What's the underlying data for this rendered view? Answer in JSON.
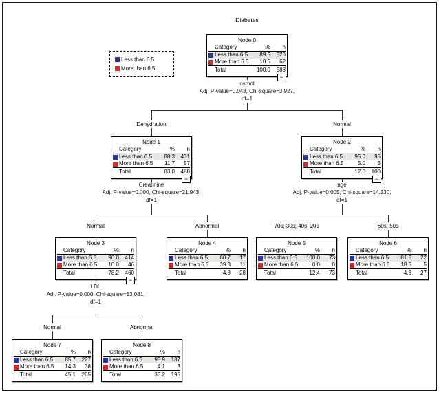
{
  "title": "Diabetes",
  "categories": [
    "Less than 6.5",
    "More than 6.5"
  ],
  "colors": {
    "less": "#2e3591",
    "more": "#cf2d2d"
  },
  "table": {
    "category": "Category",
    "pct": "%",
    "n": "n",
    "total": "Total"
  },
  "collapse_label": "−",
  "legend": {
    "items": [
      "Less than 6.5",
      "More than 6.5"
    ]
  },
  "splits": [
    {
      "variable": "osmol",
      "stats": "Adj. P-value=0.048, Chi-square=3.927,",
      "df": "df=1"
    },
    {
      "variable": "Creatinine",
      "stats": "Adj. P-value=0.000, Chi-square=21.943,",
      "df": "df=1"
    },
    {
      "variable": "age",
      "stats": "Adj. P-value=0.005, Chi-square=14.230,",
      "df": "df=1"
    },
    {
      "variable": "LDL",
      "stats": "Adj. P-value=0.000, Chi-square=13.081,",
      "df": "df=1"
    }
  ],
  "branches": [
    "Dehydration",
    "Normal",
    "Normal",
    "Abnormal",
    "70s; 30s; 40s; 20s",
    "60s; 50s",
    "Normal",
    "Abnormal"
  ],
  "nodes": [
    {
      "title": "Node 0",
      "less_pct": "89.5",
      "less_n": "526",
      "more_pct": "10.5",
      "more_n": "62",
      "total_pct": "100.0",
      "total_n": "588"
    },
    {
      "title": "Node 1",
      "less_pct": "88.3",
      "less_n": "431",
      "more_pct": "11.7",
      "more_n": "57",
      "total_pct": "83.0",
      "total_n": "488"
    },
    {
      "title": "Node 2",
      "less_pct": "95.0",
      "less_n": "95",
      "more_pct": "5.0",
      "more_n": "5",
      "total_pct": "17.0",
      "total_n": "100"
    },
    {
      "title": "Node 3",
      "less_pct": "90.0",
      "less_n": "414",
      "more_pct": "10.0",
      "more_n": "46",
      "total_pct": "78.2",
      "total_n": "460"
    },
    {
      "title": "Node 4",
      "less_pct": "60.7",
      "less_n": "17",
      "more_pct": "39.3",
      "more_n": "11",
      "total_pct": "4.8",
      "total_n": "28"
    },
    {
      "title": "Node 5",
      "less_pct": "100.0",
      "less_n": "73",
      "more_pct": "0.0",
      "more_n": "0",
      "total_pct": "12.4",
      "total_n": "73"
    },
    {
      "title": "Node 6",
      "less_pct": "81.5",
      "less_n": "22",
      "more_pct": "18.5",
      "more_n": "5",
      "total_pct": "4.6",
      "total_n": "27"
    },
    {
      "title": "Node 7",
      "less_pct": "85.7",
      "less_n": "227",
      "more_pct": "14.3",
      "more_n": "38",
      "total_pct": "45.1",
      "total_n": "265"
    },
    {
      "title": "Node 8",
      "less_pct": "95.9",
      "less_n": "187",
      "more_pct": "4.1",
      "more_n": "8",
      "total_pct": "33.2",
      "total_n": "195"
    }
  ]
}
